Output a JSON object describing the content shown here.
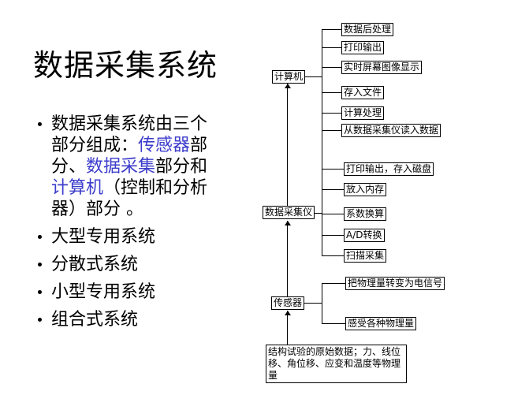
{
  "slide": {
    "title": "数据采集系统",
    "bullets": {
      "intro": {
        "segments": [
          {
            "text": "数据采集系统由三个部分组成：",
            "color": "#000000"
          },
          {
            "text": "传感器",
            "color": "#3c3ccc"
          },
          {
            "text": "部分、",
            "color": "#000000"
          },
          {
            "text": "数据采集",
            "color": "#3c3ccc"
          },
          {
            "text": "部分和",
            "color": "#000000"
          },
          {
            "text": "计算机",
            "color": "#3c3ccc"
          },
          {
            "text": "（控制和分析器）部分 。",
            "color": "#000000"
          }
        ]
      },
      "items": [
        "大型专用系统",
        "分散式系统",
        "小型专用系统",
        "组合式系统"
      ]
    }
  },
  "diagram": {
    "nodes": {
      "computer": "计算机",
      "daq": "数据采集仪",
      "sensor": "传感器",
      "source": "结构试验的原始数据；力、线位移、角位移、应变和温度等物理量"
    },
    "computer_leaves": [
      "数据后处理",
      "打印输出",
      "实时屏幕图像显示",
      "存入文件",
      "计算处理",
      "从数据采集仪读入数据"
    ],
    "daq_leaves": [
      "打印输出，存入磁盘",
      "放入内存",
      "系数换算",
      "A/D转换",
      "扫描采集"
    ],
    "sensor_leaves": [
      "把物理量转变为电信号",
      "感受各种物理量"
    ]
  },
  "colors": {
    "background": "#ffffff",
    "text": "#000000",
    "link_blue": "#3c3ccc"
  }
}
